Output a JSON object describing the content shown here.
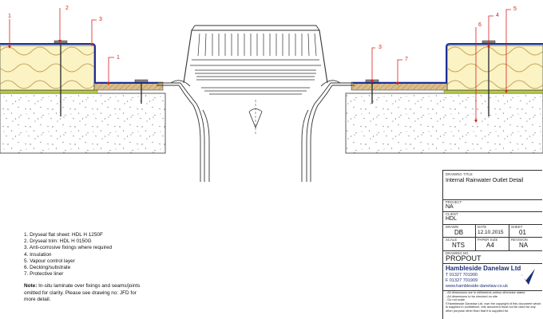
{
  "callouts": [
    "1",
    "2",
    "3",
    "1",
    "3",
    "7",
    "6",
    "4",
    "5"
  ],
  "notes": {
    "items": [
      "1. Dryseal flat sheet: HDL H 1250F",
      "2. Dryseal trim: HDL H 0150G",
      "3. Anti-corrosive fixings where required",
      "4. Insulation",
      "5. Vapour control layer",
      "6. Decking/substrate",
      "7. Protective liner"
    ],
    "note_label": "Note:",
    "note_text": "In-situ laminate over fixings and seams/joints omitted for clarity. Please see drawing no: JFD for more detail."
  },
  "title_block": {
    "drawing_title_label": "DRAWING TITLE",
    "drawing_title": "Internal Rainwater Outlet Detail",
    "project_label": "PROJECT",
    "project": "NA",
    "client_label": "CLIENT",
    "client": "HDL",
    "drawn_label": "DRAWN",
    "drawn": "DB",
    "date_label": "DATE",
    "date": "12.10.2015",
    "sheet_label": "SHEET",
    "sheet": "01",
    "scale_label": "SCALE",
    "scale": "NTS",
    "paper_label": "PAPER SIZE",
    "paper": "A4",
    "revision_label": "REVISION",
    "revision": "NA",
    "drawing_no_label": "DRAWING NO",
    "drawing_no": "PROPOUT",
    "company": "Hambleside Danelaw Ltd",
    "tel": "T  01327 701900",
    "fax": "F  01327 701909",
    "web": "www.hambleside-danelaw.co.uk",
    "disclaimer_1": "- All dimensions are in millimetres unless otherwise stated",
    "disclaimer_2": "- All dimensions to be checked on site",
    "disclaimer_3": "- Do not scale",
    "copyright": "©Hambleside Danelaw Ltd. own the copyright of this document which is supplied in confidence, this document must not be used for any other purpose other than that it is supplied for."
  },
  "colors": {
    "insulation": "#fbf3c4",
    "membrane": "#1c2f9a",
    "callout": "#d42020",
    "vcl": "#b8c94a",
    "liner": "#c9a878",
    "brand": "#1c2f74"
  }
}
